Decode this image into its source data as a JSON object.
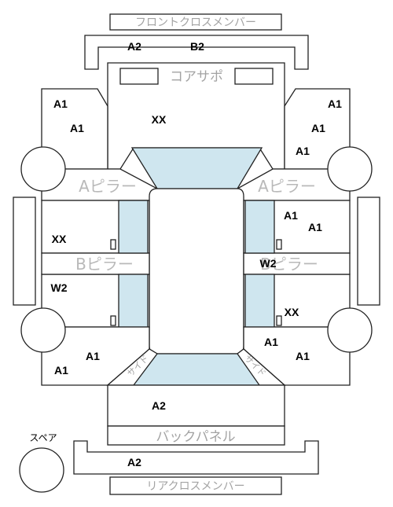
{
  "colors": {
    "outline": "#222222",
    "glass": "#cfe6ef",
    "caption": "#a3a3a3",
    "pillar_text": "#b9b9b9"
  },
  "captions": {
    "front_cross_member": "フロントクロスメンバー",
    "core_support": "コアサポ",
    "a_pillar": "Aピラー",
    "b_pillar": "Bピラー",
    "back_panel": "バックパネル",
    "rear_cross_member": "リアクロスメンバー",
    "spare": "スペア",
    "side_sill": "サイド"
  },
  "labels": {
    "front_member_left": "A2",
    "front_member_right": "B2",
    "core_support_area": "XX",
    "front_left_upper": "A1",
    "front_left_lower": "A1",
    "front_right_upper": "A1",
    "front_right_mid": "A1",
    "front_right_lower": "A1",
    "left_front_door": "XX",
    "left_rear_door": "W2",
    "right_front_door_a": "A1",
    "right_front_door_b": "A1",
    "right_rear_door_top": "W2",
    "right_rear_door_bottom": "XX",
    "rear_left_upper": "A1",
    "rear_left_lower": "A1",
    "rear_right_upper": "A1",
    "rear_right_lower": "A1",
    "trunk": "A2",
    "rear_member": "A2"
  }
}
